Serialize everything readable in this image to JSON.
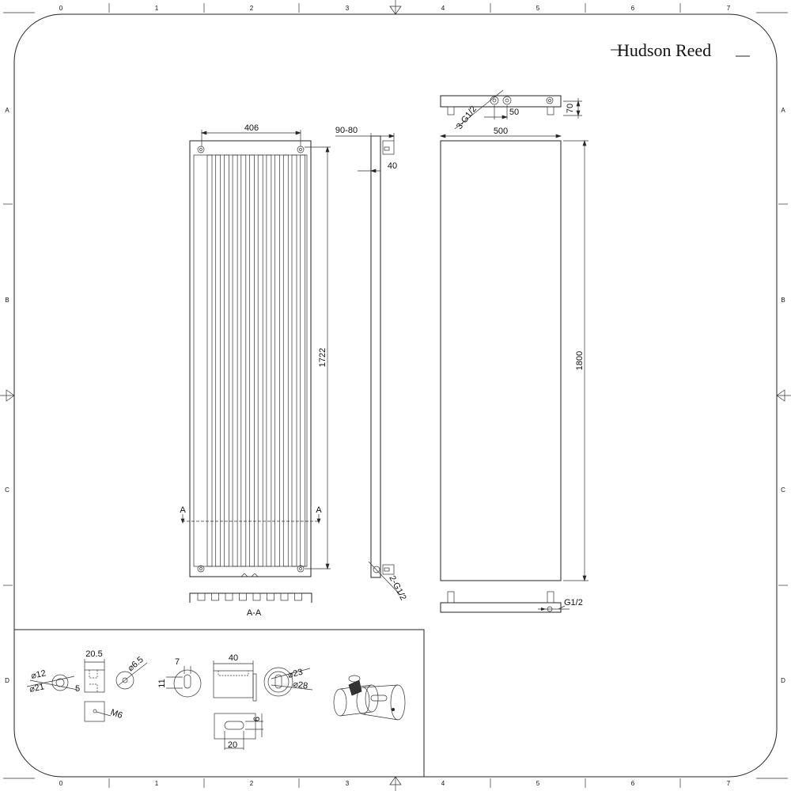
{
  "brand": "Hudson Reed",
  "zones": {
    "columns": [
      "0",
      "1",
      "2",
      "3",
      "4",
      "5",
      "6",
      "7"
    ],
    "rows": [
      "A",
      "B",
      "C",
      "D"
    ]
  },
  "front_view": {
    "width_label": "406",
    "height_label": "1722",
    "section_mark_left": "A",
    "section_mark_right": "A",
    "section_caption": "A-A"
  },
  "side_view": {
    "depth_label": "90-80",
    "bracket_label": "40",
    "inlet_label": "2-G1/2"
  },
  "rear_view": {
    "top_thread_label": "3-G1/2",
    "spacing_label": "50",
    "top_depth_label": "70",
    "width_label": "500",
    "height_label": "1800",
    "bottom_thread_label": "G1/2"
  },
  "detail_panel": {
    "inner_dia": "⌀12",
    "outer_dia": "⌀21",
    "block_width": "20.5",
    "block_offset": "5",
    "bolt_hole": "⌀6.5",
    "screw": "M6",
    "slot_width": "7",
    "slot_height": "11",
    "bracket_width": "40",
    "cap_inner": "⌀23",
    "cap_outer": "⌀28",
    "plate_height": "6",
    "plate_width": "20"
  }
}
